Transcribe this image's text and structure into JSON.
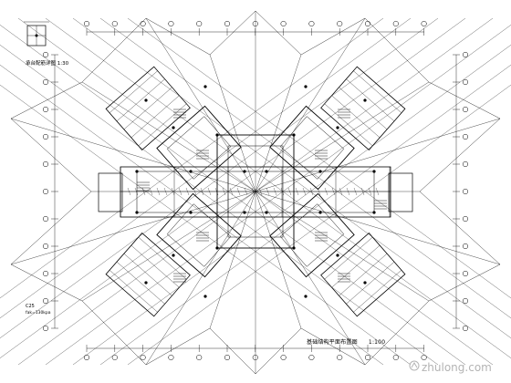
{
  "detail": {
    "title": "承台配筋详图 1:30"
  },
  "plan": {
    "title": "基础结构平面布置图",
    "scale": "1:100"
  },
  "notes": {
    "line1": "C25",
    "line2": "fak=130kpa"
  },
  "watermark": {
    "text": "zhulong.com"
  }
}
